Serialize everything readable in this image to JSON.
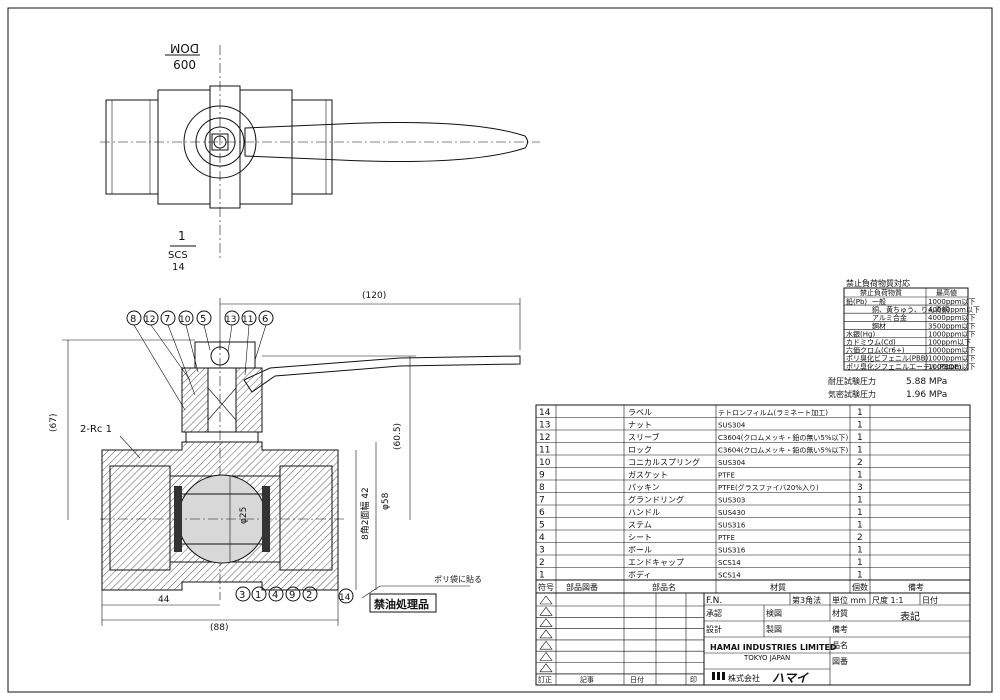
{
  "plan_view": {
    "top_mark": [
      "DOM",
      "009"
    ],
    "bottom_mark": [
      "1",
      "SCS",
      "14"
    ]
  },
  "section_view": {
    "balloons": [
      "8",
      "12",
      "7",
      "10",
      "5",
      "13",
      "11",
      "6"
    ],
    "bottom_balloons": [
      "3",
      "1",
      "4",
      "9",
      "2"
    ],
    "label_balloon": "14",
    "dim_handle": "(120)",
    "dim_height": "(67)",
    "dim_60": "(60.5)",
    "dim_port": "2-Rc 1",
    "dim_bore": "φ25",
    "dim_oct": "8角2面幅 42",
    "dim_58": "φ58",
    "dim_44": "44",
    "dim_88": "(88)",
    "note_bag": "ポリ袋に貼る",
    "oil_free_label": "禁油処理品"
  },
  "rohs": {
    "title": "禁止負荷物質対応",
    "header": [
      "禁止負荷物質",
      "最高値"
    ],
    "rows": [
      {
        "group": "鉛(Pb)",
        "item": "一般",
        "value": "1000ppm以下"
      },
      {
        "group": "",
        "item": "銅、黄ちゅう、りん青銅",
        "value": "40000ppm以下"
      },
      {
        "group": "",
        "item": "アルミ合金",
        "value": "4000ppm以下"
      },
      {
        "group": "",
        "item": "鋼材",
        "value": "3500ppm以下"
      },
      {
        "group": "水銀(Hg)",
        "item": "",
        "value": "1000ppm以下"
      },
      {
        "group": "カドミウム(Cd)",
        "item": "",
        "value": "100ppm以下"
      },
      {
        "group": "六価クロム(Cr6+)",
        "item": "",
        "value": "1000ppm以下"
      },
      {
        "group": "ポリ臭化ビフェニル(PBB)",
        "item": "",
        "value": "1000ppm以下"
      },
      {
        "group": "ポリ臭化ジフェニルエーテル(PBDE)",
        "item": "",
        "value": "1000ppm以下"
      }
    ],
    "pressure1_label": "耐圧試験圧力",
    "pressure1_value": "5.88 MPa",
    "pressure2_label": "気密試験圧力",
    "pressure2_value": "1.96 MPa"
  },
  "bom": {
    "rows": [
      {
        "no": "14",
        "name": "ラベル",
        "material": "テトロンフィルム(ラミネート加工)",
        "qty": "1"
      },
      {
        "no": "13",
        "name": "ナット",
        "material": "SUS304",
        "qty": "1"
      },
      {
        "no": "12",
        "name": "スリーブ",
        "material": "C3604(クロムメッキ・鉛の無い5%以下)",
        "qty": "1"
      },
      {
        "no": "11",
        "name": "ロック",
        "material": "C3604(クロムメッキ・鉛の無い5%以下)",
        "qty": "1"
      },
      {
        "no": "10",
        "name": "コニカルスプリング",
        "material": "SUS304",
        "qty": "2"
      },
      {
        "no": "9",
        "name": "ガスケット",
        "material": "PTFE",
        "qty": "1"
      },
      {
        "no": "8",
        "name": "パッキン",
        "material": "PTFE(グラスファイバ20%入り)",
        "qty": "3"
      },
      {
        "no": "7",
        "name": "グランドリング",
        "material": "SUS303",
        "qty": "1"
      },
      {
        "no": "6",
        "name": "ハンドル",
        "material": "SUS430",
        "qty": "1"
      },
      {
        "no": "5",
        "name": "ステム",
        "material": "SUS316",
        "qty": "1"
      },
      {
        "no": "4",
        "name": "シート",
        "material": "PTFE",
        "qty": "2"
      },
      {
        "no": "3",
        "name": "ボール",
        "material": "SUS316",
        "qty": "1"
      },
      {
        "no": "2",
        "name": "エンドキャップ",
        "material": "SCS14",
        "qty": "1"
      },
      {
        "no": "1",
        "name": "ボディ",
        "material": "SCS14",
        "qty": "1"
      }
    ],
    "header": {
      "no": "符号",
      "drawing_no": "部品図番",
      "name": "部品名",
      "material": "材質",
      "qty": "個数",
      "note": "備考"
    }
  },
  "title_block": {
    "fn": "F.N.",
    "angle": "第3角法",
    "unit": "単位 mm",
    "scale": "尺度 1:1",
    "date": "日付",
    "approved": "承認",
    "checked": "検図",
    "part_name_label": "材質",
    "part_name_value": "表記",
    "designed": "設計",
    "drawn": "製図",
    "remarks": "備考",
    "name": "品名",
    "company_en": "HAMAI INDUSTRIES LIMITED",
    "company_city": "TOKYO JAPAN",
    "company_jp": "株式会社",
    "company_logo": "ハマイ",
    "drawing_no": "図番",
    "rev_label": "訂正",
    "rev_note": "記事",
    "rev_date": "日付",
    "rev_mark": "印"
  }
}
